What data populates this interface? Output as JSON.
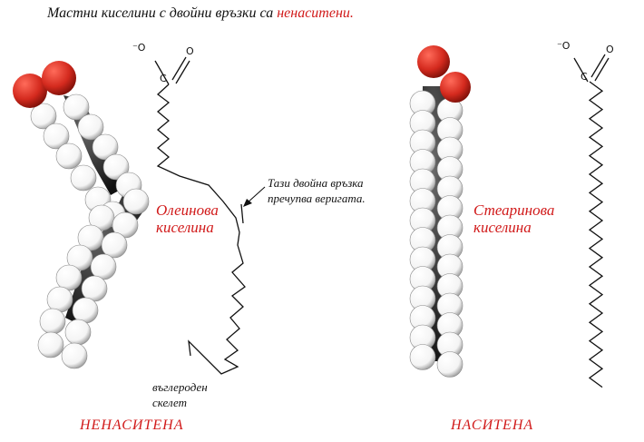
{
  "title": {
    "prefix": "Мастни киселини с двойни връзки са ",
    "highlight": "ненаситени."
  },
  "unsaturated": {
    "name_line1": "Олеинова",
    "name_line2": "киселина",
    "annotation_line1": "Тази двойна връзка",
    "annotation_line2": "пречупва веригата.",
    "skeleton_line1": "въглероден",
    "skeleton_line2": "скелет",
    "category": "НЕНАСИТЕНА"
  },
  "saturated": {
    "name_line1": "Стеаринова",
    "name_line2": "киселина",
    "category": "НАСИТЕНА"
  },
  "atom_labels": {
    "oxygen_minus": "⁻O",
    "oxygen": "O",
    "carbon": "C"
  },
  "colors": {
    "accent_red": "#d11a1a",
    "oxygen": "#d42a1e",
    "hydrogen": "#ffffff",
    "carbon": "#2a2a2a"
  }
}
